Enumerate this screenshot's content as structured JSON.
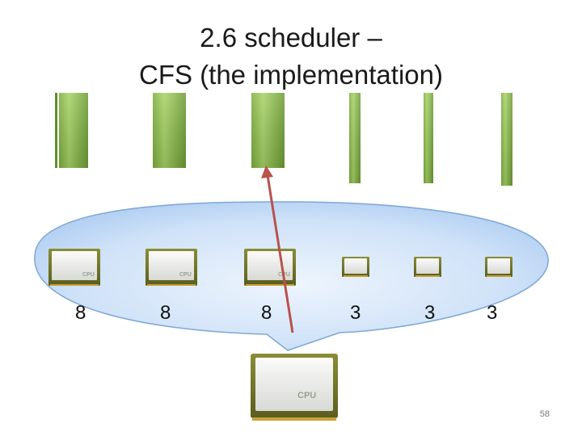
{
  "title": {
    "line1": "2.6 scheduler –",
    "line2": "CFS (the implementation)"
  },
  "tasks": [
    {
      "weight": "8",
      "cpu_text": "CPU",
      "size": "large",
      "runtime_bar_fill": 0.45
    },
    {
      "weight": "8",
      "cpu_text": "CPU",
      "size": "large",
      "runtime_bar_fill": 0.45
    },
    {
      "weight": "8",
      "cpu_text": "CPU",
      "size": "large",
      "runtime_bar_fill": 0.45
    },
    {
      "weight": "3",
      "cpu_text": "",
      "size": "small",
      "runtime_bar_fill": 0.55
    },
    {
      "weight": "3",
      "cpu_text": "",
      "size": "small",
      "runtime_bar_fill": 0.55
    },
    {
      "weight": "3",
      "cpu_text": "",
      "size": "small",
      "runtime_bar_fill": 0.57
    }
  ],
  "main_cpu": {
    "label": "CPU"
  },
  "colors": {
    "bar_green_light": "#9ccb5a",
    "bar_green_dark": "#5e8f2c",
    "bubble_fill": "#c6ddf7",
    "bubble_stroke": "#7fa7d6",
    "arrow": "#b8524d",
    "chip_frame": "#6f7227",
    "chip_face": "#e8eae6"
  },
  "slide_number": "58"
}
